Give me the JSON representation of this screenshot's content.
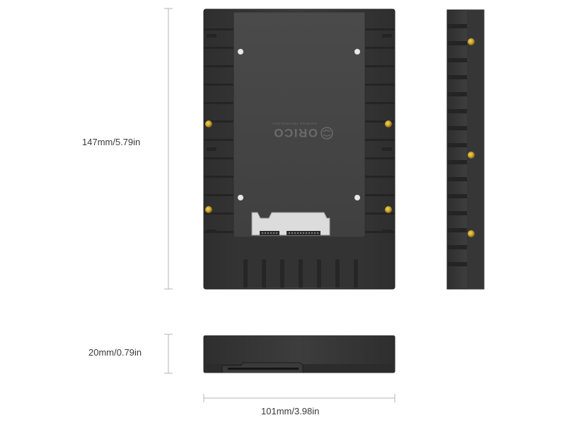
{
  "dimensions": {
    "height": "147mm/5.79in",
    "thickness": "20mm/0.79in",
    "width": "101mm/3.98in"
  },
  "logo": {
    "brand": "ORICO",
    "tagline": "SHARING TECHNOLOGY"
  },
  "colors": {
    "body": "#3c3c3c",
    "body_dark": "#2b2b2b",
    "panel": "#454545",
    "screw": "#c9a227",
    "dimension_line": "#b5b5b5",
    "background": "#ffffff"
  }
}
